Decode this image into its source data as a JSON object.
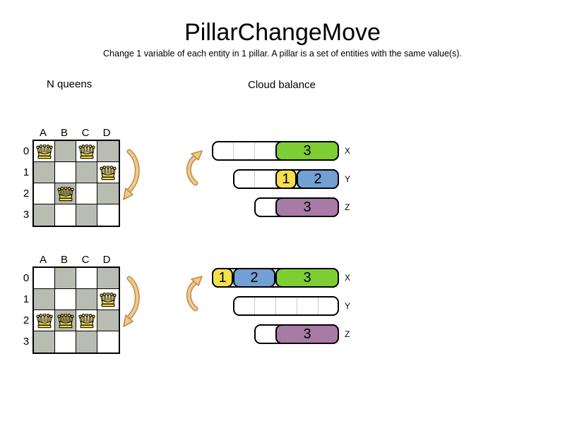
{
  "title": "PillarChangeMove",
  "subtitle": "Change 1 variable of each entity in 1 pillar. A pillar is a set of entities with the same value(s).",
  "colors": {
    "green": "#7dce34",
    "yellow": "#f5e04c",
    "blue": "#72a0d4",
    "purple": "#a87aa6",
    "board_gray": "#b9bcb1",
    "arrow_fill": "#edc992",
    "arrow_outline": "#c18b41"
  },
  "sections": {
    "nqueens": {
      "label": "N queens",
      "boards": [
        {
          "columns": [
            "A",
            "B",
            "C",
            "D"
          ],
          "rows": [
            "0",
            "1",
            "2",
            "3"
          ],
          "queens": [
            [
              0,
              0
            ],
            [
              2,
              0
            ],
            [
              3,
              1
            ],
            [
              1,
              2
            ]
          ]
        },
        {
          "columns": [
            "A",
            "B",
            "C",
            "D"
          ],
          "rows": [
            "0",
            "1",
            "2",
            "3"
          ],
          "queens": [
            [
              3,
              1
            ],
            [
              0,
              2
            ],
            [
              1,
              2
            ],
            [
              2,
              2
            ]
          ]
        }
      ]
    },
    "cloud": {
      "label": "Cloud balance",
      "states": [
        {
          "rows": [
            {
              "label": "X",
              "capacity": 6,
              "segments": [
                {
                  "value": "3",
                  "color": "green",
                  "units": 3
                }
              ]
            },
            {
              "label": "Y",
              "capacity": 5,
              "segments": [
                {
                  "value": "1",
                  "color": "yellow",
                  "units": 1
                },
                {
                  "value": "2",
                  "color": "blue",
                  "units": 2
                }
              ]
            },
            {
              "label": "Z",
              "capacity": 4,
              "segments": [
                {
                  "value": "3",
                  "color": "purple",
                  "units": 3
                }
              ]
            }
          ]
        },
        {
          "rows": [
            {
              "label": "X",
              "capacity": 6,
              "segments": [
                {
                  "value": "1",
                  "color": "yellow",
                  "units": 1
                },
                {
                  "value": "2",
                  "color": "blue",
                  "units": 2
                },
                {
                  "value": "3",
                  "color": "green",
                  "units": 3
                }
              ]
            },
            {
              "label": "Y",
              "capacity": 5,
              "segments": []
            },
            {
              "label": "Z",
              "capacity": 4,
              "segments": [
                {
                  "value": "3",
                  "color": "purple",
                  "units": 3
                }
              ]
            }
          ]
        }
      ]
    }
  }
}
